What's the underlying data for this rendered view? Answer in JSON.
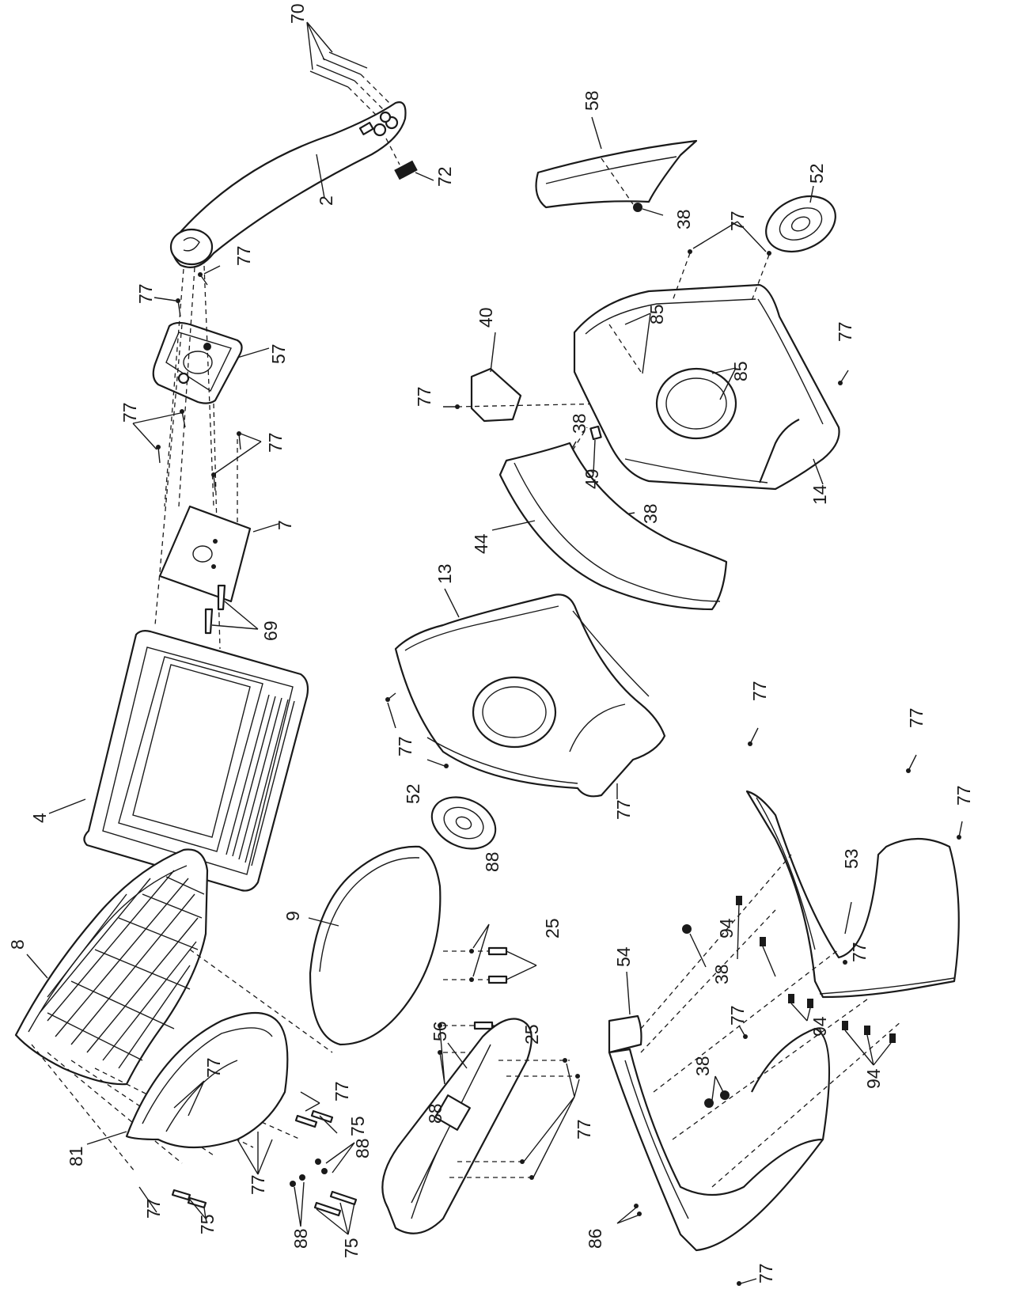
{
  "diagram": {
    "callouts": {
      "c70": "70",
      "c72": "72",
      "c2": "2",
      "c58": "58",
      "c52a": "52",
      "c38a": "38",
      "c77a": "77",
      "c77b": "77",
      "c57": "57",
      "c40": "40",
      "c77c": "77",
      "c85a": "85",
      "c85b": "85",
      "c77d": "77",
      "c77e": "77",
      "c77f": "77",
      "c38b": "38",
      "c49": "49",
      "c7": "7",
      "c14": "14",
      "c38c": "38",
      "c69": "69",
      "c44": "44",
      "c13": "13",
      "c4": "4",
      "c77g": "77",
      "c77h": "77",
      "c52b": "52",
      "c77i": "77",
      "c77j": "77",
      "c77k": "77",
      "c9": "9",
      "c8": "8",
      "c88a": "88",
      "c25a": "25",
      "c25b": "25",
      "c88b": "88",
      "c54": "54",
      "c53": "53",
      "c94a": "94",
      "c38d": "38",
      "c77l": "77",
      "c94b": "94",
      "c77m": "77",
      "c38e": "38",
      "c94c": "94",
      "c77n": "77",
      "c77o": "77",
      "c75a": "75",
      "c56": "56",
      "c77p": "77",
      "c88c": "88",
      "c81": "81",
      "c77q": "77",
      "c75b": "75",
      "c77r": "77",
      "c88d": "88",
      "c75c": "75",
      "c86": "86",
      "c77s": "77"
    }
  }
}
